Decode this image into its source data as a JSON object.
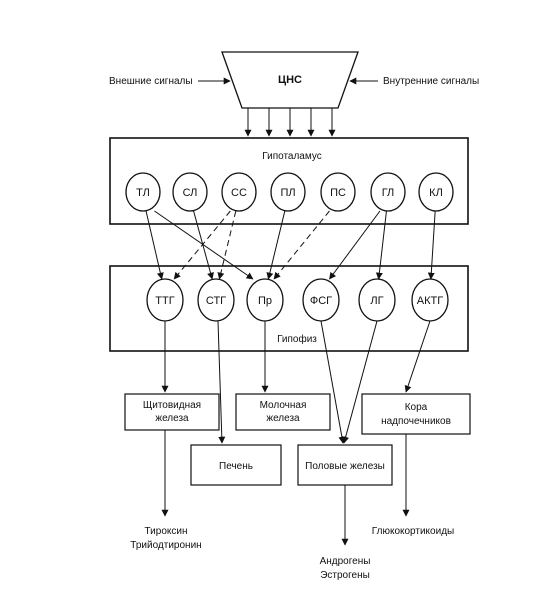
{
  "cns": {
    "label": "ЦНС"
  },
  "inputs": {
    "external": "Внешние сигналы",
    "internal": "Внутренние сигналы"
  },
  "hypothalamus": {
    "label": "Гипоталамус",
    "nodes": [
      {
        "id": "tl",
        "label": "ТЛ"
      },
      {
        "id": "sl",
        "label": "СЛ"
      },
      {
        "id": "ss",
        "label": "СС"
      },
      {
        "id": "pl",
        "label": "ПЛ"
      },
      {
        "id": "ps",
        "label": "ПС"
      },
      {
        "id": "gl",
        "label": "ГЛ"
      },
      {
        "id": "kl",
        "label": "КЛ"
      }
    ]
  },
  "pituitary": {
    "label": "Гипофиз",
    "nodes": [
      {
        "id": "ttg",
        "label": "ТТГ"
      },
      {
        "id": "stg",
        "label": "СТГ"
      },
      {
        "id": "pr",
        "label": "Пр"
      },
      {
        "id": "fsg",
        "label": "ФСГ"
      },
      {
        "id": "lg",
        "label": "ЛГ"
      },
      {
        "id": "aktg",
        "label": "АКТГ"
      }
    ]
  },
  "targets": {
    "thyroid": [
      "Щитовидная",
      "железа"
    ],
    "mammary": [
      "Молочная",
      "железа"
    ],
    "adrenal": [
      "Кора",
      "надпочечников"
    ],
    "liver": [
      "Печень"
    ],
    "gonads": [
      "Половые железы"
    ]
  },
  "outputs": {
    "thyroid": [
      "Тироксин",
      "Трийодтиронин"
    ],
    "gonads": [
      "Андрогены",
      "Эстрогены"
    ],
    "adrenal": [
      "Глюкокортикоиды"
    ]
  },
  "connections": [
    {
      "from": "tl",
      "to": "ttg",
      "style": "solid"
    },
    {
      "from": "tl",
      "to": "pr",
      "style": "solid"
    },
    {
      "from": "sl",
      "to": "stg",
      "style": "solid"
    },
    {
      "from": "ss",
      "to": "ttg",
      "style": "dashed"
    },
    {
      "from": "ss",
      "to": "stg",
      "style": "dashed"
    },
    {
      "from": "pl",
      "to": "pr",
      "style": "solid"
    },
    {
      "from": "ps",
      "to": "pr",
      "style": "dashed"
    },
    {
      "from": "gl",
      "to": "fsg",
      "style": "solid"
    },
    {
      "from": "gl",
      "to": "lg",
      "style": "solid"
    },
    {
      "from": "kl",
      "to": "aktg",
      "style": "solid"
    }
  ]
}
